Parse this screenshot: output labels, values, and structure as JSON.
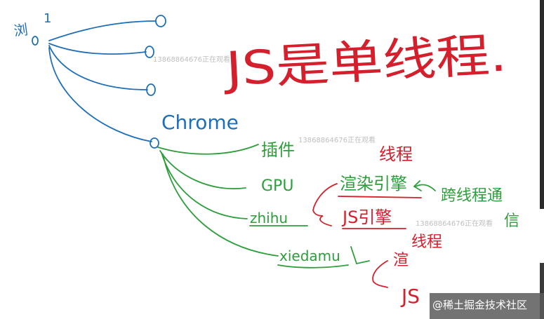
{
  "colors": {
    "blue": "#1f6fb8",
    "red": "#d4202c",
    "green": "#2e9e3c",
    "watermark": "#bfbfbf",
    "footer_bg": "#5a5a5a",
    "footer_text": "#ffffff"
  },
  "labels": {
    "browser_root": "浏",
    "root_tick": "1",
    "title": "JS是单线程.",
    "chrome": "Chrome",
    "plugin": "插件",
    "gpu": "GPU",
    "zhihu": "zhihu",
    "xiedamu": "xiedamu",
    "thread_top": "线程",
    "render_engine": "渲染引擎",
    "js_engine": "JS引擎",
    "thread_bottom": "线程",
    "cross_thread_comm": "跨线程通信",
    "render_short": "渲",
    "js_short": "JS"
  },
  "watermarks": [
    "13868864676正在观看",
    "13868864676正在观看",
    "13868864676正在观看"
  ],
  "footer": {
    "text": "@稀土掘金技术社区"
  }
}
